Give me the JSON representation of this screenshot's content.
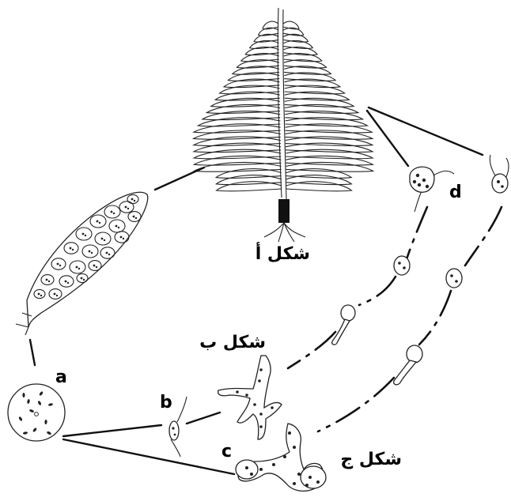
{
  "labels": {
    "a": "a",
    "b": "b",
    "c": "c",
    "d": "d",
    "fig_alef": "شكل أ",
    "fig_beh": "شكل ب",
    "fig_jeem": "شكل ج"
  },
  "colors": {
    "ink": "#111111",
    "background": "#ffffff"
  }
}
